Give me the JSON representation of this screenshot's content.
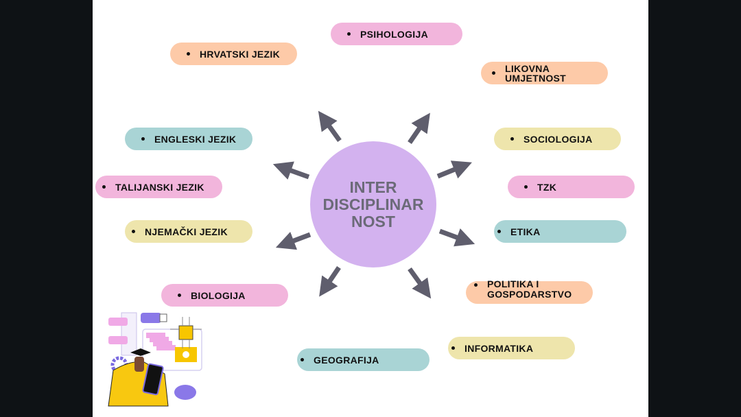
{
  "center": {
    "lines": [
      "INTER",
      "DISCIPLINAR",
      "NOST"
    ]
  },
  "subjects": [
    {
      "label": "PSIHOLOGIJA",
      "color": "pink"
    },
    {
      "label": "HRVATSKI JEZIK",
      "color": "peach"
    },
    {
      "label": "LIKOVNA UMJETNOST",
      "color": "peach"
    },
    {
      "label": "ENGLESKI JEZIK",
      "color": "teal"
    },
    {
      "label": "SOCIOLOGIJA",
      "color": "yellow"
    },
    {
      "label": "TALIJANSKI JEZIK",
      "color": "pink"
    },
    {
      "label": "TZK",
      "color": "pink"
    },
    {
      "label": "NJEMAČKI JEZIK",
      "color": "yellow"
    },
    {
      "label": "ETIKA",
      "color": "teal"
    },
    {
      "label": "BIOLOGIJA",
      "color": "pink"
    },
    {
      "label": "POLITIKA I GOSPODARSTVO",
      "color": "peach"
    },
    {
      "label": "INFORMATIKA",
      "color": "yellow"
    },
    {
      "label": "GEOGRAFIJA",
      "color": "teal"
    }
  ],
  "colors": {
    "pink": "#f2b5dc",
    "peach": "#fdcaa8",
    "teal": "#a9d4d5",
    "yellow": "#eee5ac",
    "circle": "#d3b2ef",
    "arrow": "#5f5e6d"
  }
}
